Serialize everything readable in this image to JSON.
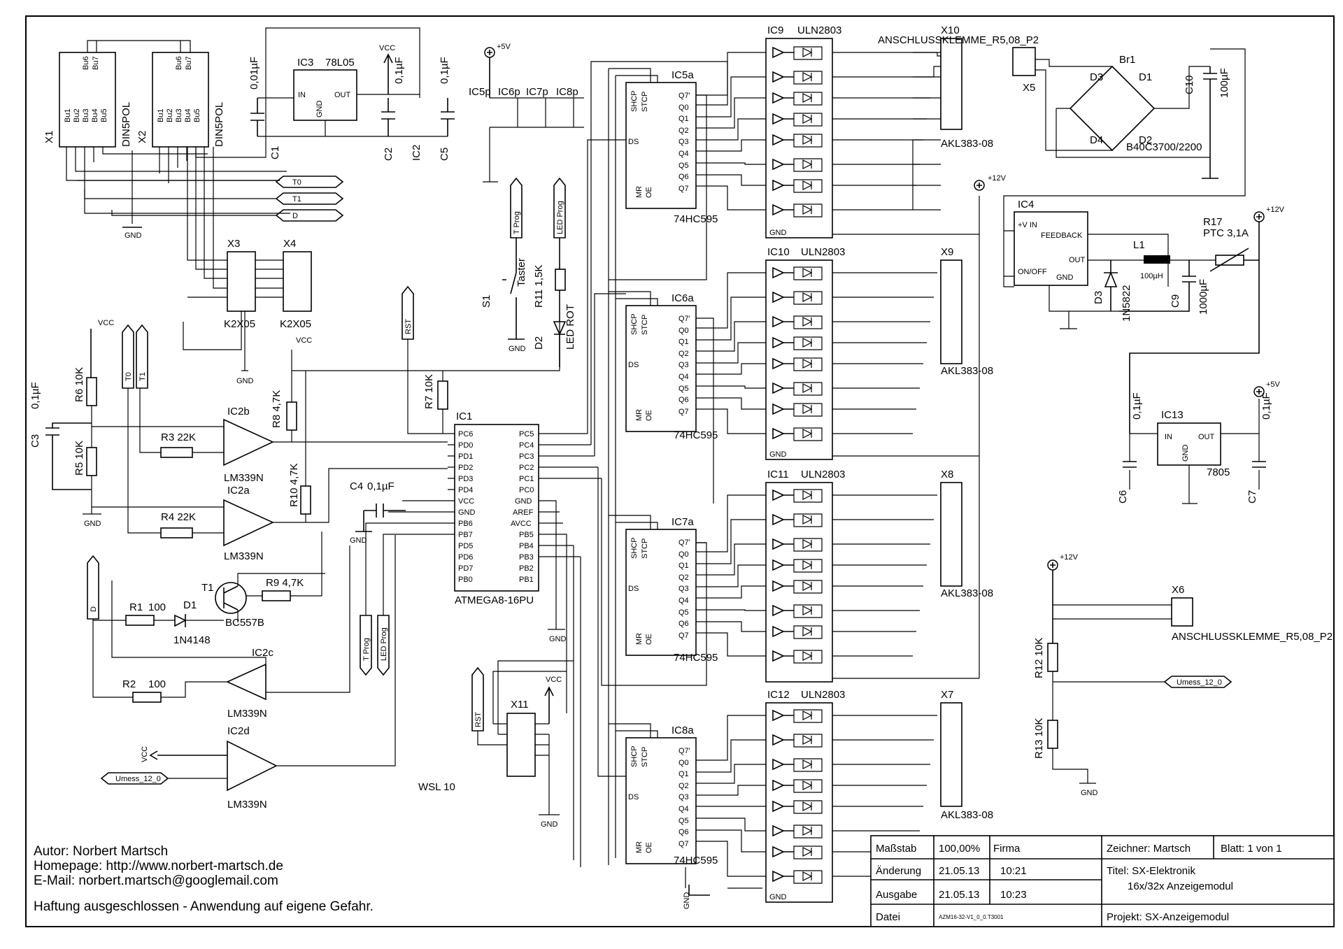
{
  "title_block": {
    "massstab_label": "Maßstab",
    "massstab_value": "100,00%",
    "firma_label": "Firma",
    "zeichner": "Zeichner: Martsch",
    "blatt": "Blatt: 1 von 1",
    "aenderung_label": "Änderung",
    "aenderung_date": "21.05.13",
    "aenderung_time": "10:21",
    "ausgabe_label": "Ausgabe",
    "ausgabe_date": "21.05.13",
    "ausgabe_time": "10:23",
    "datei_label": "Datei",
    "datei_value": "AZM16-32-V1_0_0.T3001",
    "titel_line1": "Titel: SX-Elektronik",
    "titel_line2": "16x/32x Anzeigemodul",
    "projekt": "Projekt: SX-Anzeigemodul"
  },
  "footer": {
    "author": "Autor: Norbert Martsch",
    "homepage": "Homepage: http://www.norbert-martsch.de",
    "email": "E-Mail: norbert.martsch@googlemail.com",
    "disclaimer": "Haftung ausgeschlossen - Anwendung auf eigene Gefahr.",
    "wsl": "WSL 10"
  },
  "connectors": {
    "x1": "X1",
    "x2": "X2",
    "din": "DIN5POL",
    "x3": "X3",
    "x4": "X4",
    "k2x05": "K2X05",
    "x5": "X5",
    "x6": "X6",
    "x7": "X7",
    "x8": "X8",
    "x9": "X9",
    "x10": "X10",
    "x11": "X11",
    "anschluss": "ANSCHLUSSKLEMME_R5,08_P2",
    "akl": "AKL383-08"
  },
  "nets": {
    "t0": "T0",
    "t1": "T1",
    "d": "D",
    "gnd": "GND",
    "vcc": "VCC",
    "p5v": "+5V",
    "p12v": "+12V",
    "rst": "RST",
    "tprog": "T Prog",
    "ledprog": "LED Prog",
    "umess": "Umess_12_0"
  },
  "parts": {
    "ic1": "IC1",
    "ic1_type": "ATMEGA8-16PU",
    "ic2a": "IC2a",
    "ic2b": "IC2b",
    "ic2c": "IC2c",
    "ic2d": "IC2d",
    "lm339": "LM339N",
    "ic3": "IC3",
    "ic3_type": "78L05",
    "ic4": "IC4",
    "ic5": "IC5a",
    "ic6": "IC6a",
    "ic7": "IC7a",
    "ic8": "IC8a",
    "hc595": "74HC595",
    "ic9": "IC9",
    "ic10": "IC10",
    "ic11": "IC11",
    "ic12": "IC12",
    "uln": "ULN2803",
    "ic13": "IC13",
    "ic13_type": "7805",
    "c1": "C1",
    "c2": "C2",
    "c3": "C3",
    "c4": "C4",
    "c5": "C5",
    "c6": "C6",
    "c7": "C7",
    "c9": "C9",
    "c10": "C10",
    "ic2_cap": "IC2",
    "v001": "0,01µF",
    "v01": "0,1µF",
    "v100u": "100µF",
    "v1000u": "1000µF",
    "r1": "R1",
    "r1v": "100",
    "r2": "R2",
    "r2v": "100",
    "r3": "R3 22K",
    "r4": "R4 22K",
    "r5": "R5 10K",
    "r6": "R6 10K",
    "r7": "R7 10K",
    "r8": "R8 4,7K",
    "r9": "R9 4,7K",
    "r10": "R10 4,7K",
    "r11": "R11 1,5K",
    "r12": "R12 10K",
    "r13": "R13 10K",
    "r17": "R17",
    "ptc": "PTC 3,1A",
    "d1": "D1",
    "d1t": "1N4148",
    "d2": "D2",
    "led": "LED ROT",
    "d3": "D3",
    "d3t": "1N5822",
    "t1": "T1",
    "t1t": "BC557B",
    "s1": "S1",
    "taster": "Taster",
    "l1": "L1",
    "l1v": "100µH",
    "br1": "Br1",
    "brt": "B40C3700/2200",
    "d1b": "D1",
    "d2b": "D2",
    "d3b": "D3",
    "d4b": "D4",
    "ic5p": "IC5p",
    "ic6p": "IC6p",
    "ic7p": "IC7p",
    "ic8p": "IC8p"
  },
  "pins": {
    "in": "IN",
    "out": "OUT",
    "gnd": "GND",
    "vin": "+V IN",
    "feedback": "FEEDBACK",
    "onoff": "ON/OFF",
    "shcp": "SHCP",
    "stcp": "STCP",
    "ds": "DS",
    "mr": "MR",
    "oe": "OE",
    "q7p": "Q7'",
    "q0": "Q0",
    "q1": "Q1",
    "q2": "Q2",
    "q3": "Q3",
    "q4": "Q4",
    "q5": "Q5",
    "q6": "Q6",
    "q7": "Q7",
    "pc6": "PC6",
    "pd0": "PD0",
    "pd1": "PD1",
    "pd2": "PD2",
    "pd3": "PD3",
    "pd4": "PD4",
    "vcc": "VCC",
    "gnd2": "GND",
    "pb6": "PB6",
    "pb7": "PB7",
    "pd5": "PD5",
    "pd6": "PD6",
    "pd7": "PD7",
    "pb0": "PB0",
    "pc5": "PC5",
    "pc4": "PC4",
    "pc3": "PC3",
    "pc2": "PC2",
    "pc1": "PC1",
    "pc0": "PC0",
    "aref": "AREF",
    "avcc": "AVCC",
    "pb5": "PB5",
    "pb4": "PB4",
    "pb3": "PB3",
    "pb2": "PB2",
    "pb1": "PB1",
    "bu1": "Bu1",
    "bu2": "Bu2",
    "bu3": "Bu3",
    "bu4": "Bu4",
    "bu5": "Bu5",
    "bu6": "Bu6",
    "bu7": "Bu7"
  }
}
